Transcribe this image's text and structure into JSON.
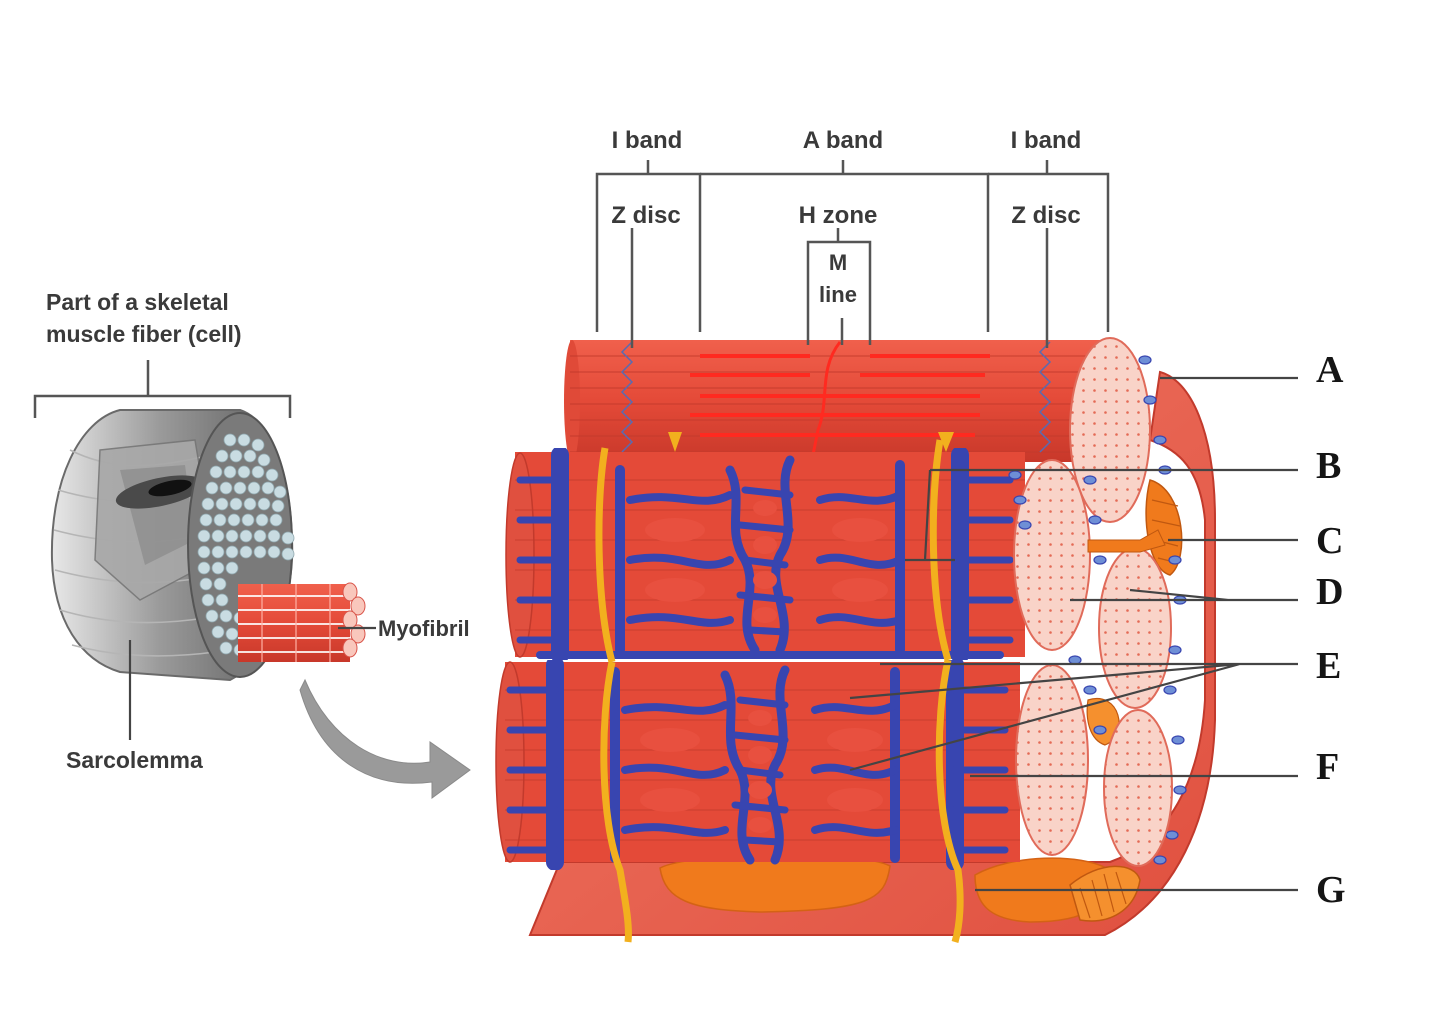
{
  "labels": {
    "i_band_left": "I band",
    "a_band": "A band",
    "i_band_right": "I band",
    "z_disc_left": "Z disc",
    "h_zone": "H zone",
    "m_line_1": "M",
    "m_line_2": "line",
    "z_disc_right": "Z disc",
    "fiber_1": "Part of a skeletal",
    "fiber_2": "muscle fiber (cell)",
    "myofibril": "Myofibril",
    "sarcolemma": "Sarcolemma"
  },
  "letters": [
    "A",
    "B",
    "C",
    "D",
    "E",
    "F",
    "G"
  ],
  "colors": {
    "muscle_red": "#e8503f",
    "stripe_red": "#ff2a20",
    "end_pink": "#f7c4b8",
    "sr_blue": "#3845b0",
    "t_tubule": "#f2b01e",
    "mito_orange": "#f07a1c",
    "fiber_grey": "#8c8c8c",
    "arrow_grey": "#9a9a9a"
  }
}
